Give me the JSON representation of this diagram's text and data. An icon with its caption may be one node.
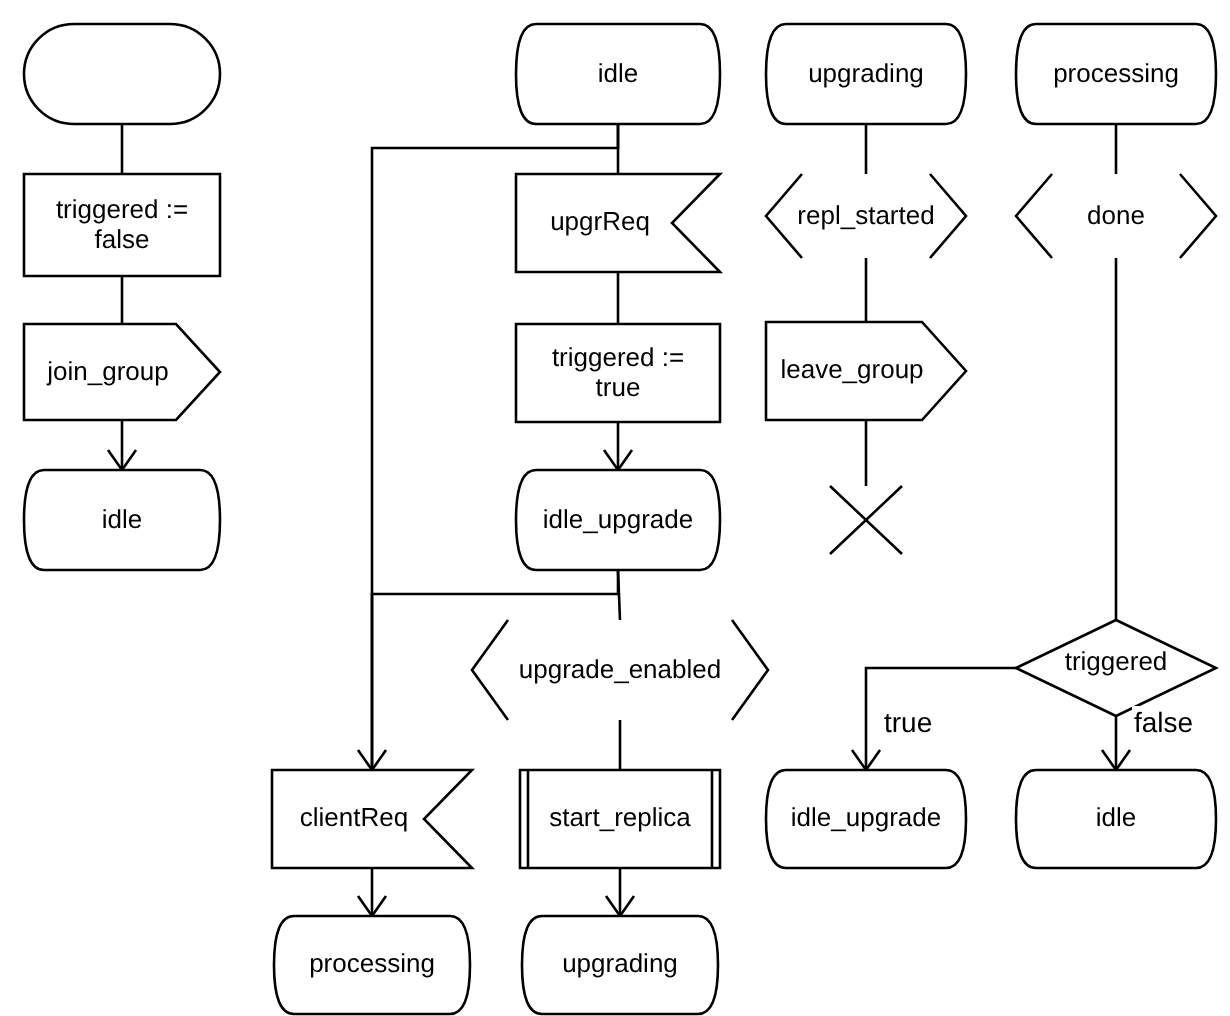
{
  "diagram": {
    "nodes": [
      {
        "text": [],
        "shape": "terminal"
      },
      {
        "text": [
          "triggered := false"
        ]
      },
      {
        "text": [
          "join_group"
        ]
      },
      {
        "text": [
          "idle"
        ]
      },
      {
        "text": [
          "idle"
        ]
      },
      {
        "text": [
          "upgrReq"
        ]
      },
      {
        "text": [
          "triggered := true"
        ]
      },
      {
        "text": [
          "idle_upgrade"
        ]
      },
      {
        "text": [
          "upgrade_enabled"
        ]
      },
      {
        "text": [
          "clientReq"
        ]
      },
      {
        "text": [
          "start_replica"
        ]
      },
      {
        "text": [
          "processing"
        ]
      },
      {
        "text": [
          "upgrading"
        ]
      },
      {
        "text": [
          "upgrading"
        ]
      },
      {
        "text": [
          "repl_started"
        ]
      },
      {
        "text": [
          "leave_group"
        ]
      },
      {
        "text": [],
        "shape": "cross"
      },
      {
        "text": [
          "processing"
        ]
      },
      {
        "text": [
          "done"
        ]
      },
      {
        "text": [
          "triggered"
        ]
      },
      {
        "text": [
          "idle_upgrade"
        ]
      },
      {
        "text": [
          "idle"
        ]
      }
    ],
    "edges": [
      {
        "from": 0,
        "to": 1,
        "arrow": "none"
      },
      {
        "from": 1,
        "to": 2,
        "arrow": "none"
      },
      {
        "from": 2,
        "to": 3,
        "arrow": "to"
      },
      {
        "from": 4,
        "to": 5,
        "arrow": "none"
      },
      {
        "from": 4,
        "to": 9,
        "arrow": "none"
      },
      {
        "from": 5,
        "to": 6,
        "arrow": "none"
      },
      {
        "from": 6,
        "to": 7,
        "arrow": "to"
      },
      {
        "from": 7,
        "to": 8,
        "arrow": "none"
      },
      {
        "from": 7,
        "to": 9,
        "arrow": "to"
      },
      {
        "from": 8,
        "to": 10,
        "arrow": "none"
      },
      {
        "from": 9,
        "to": 11,
        "arrow": "to"
      },
      {
        "from": 10,
        "to": 12,
        "arrow": "to"
      },
      {
        "from": 13,
        "to": 14,
        "arrow": "none"
      },
      {
        "from": 14,
        "to": 15,
        "arrow": "none"
      },
      {
        "from": 15,
        "to": 16,
        "arrow": "none"
      },
      {
        "from": 17,
        "to": 18,
        "arrow": "none"
      },
      {
        "from": 18,
        "to": 19,
        "arrow": "none"
      },
      {
        "from": 19,
        "to": 20,
        "label": "true",
        "arrow": "to"
      },
      {
        "from": 19,
        "to": 21,
        "label": "false",
        "arrow": "to"
      }
    ]
  }
}
